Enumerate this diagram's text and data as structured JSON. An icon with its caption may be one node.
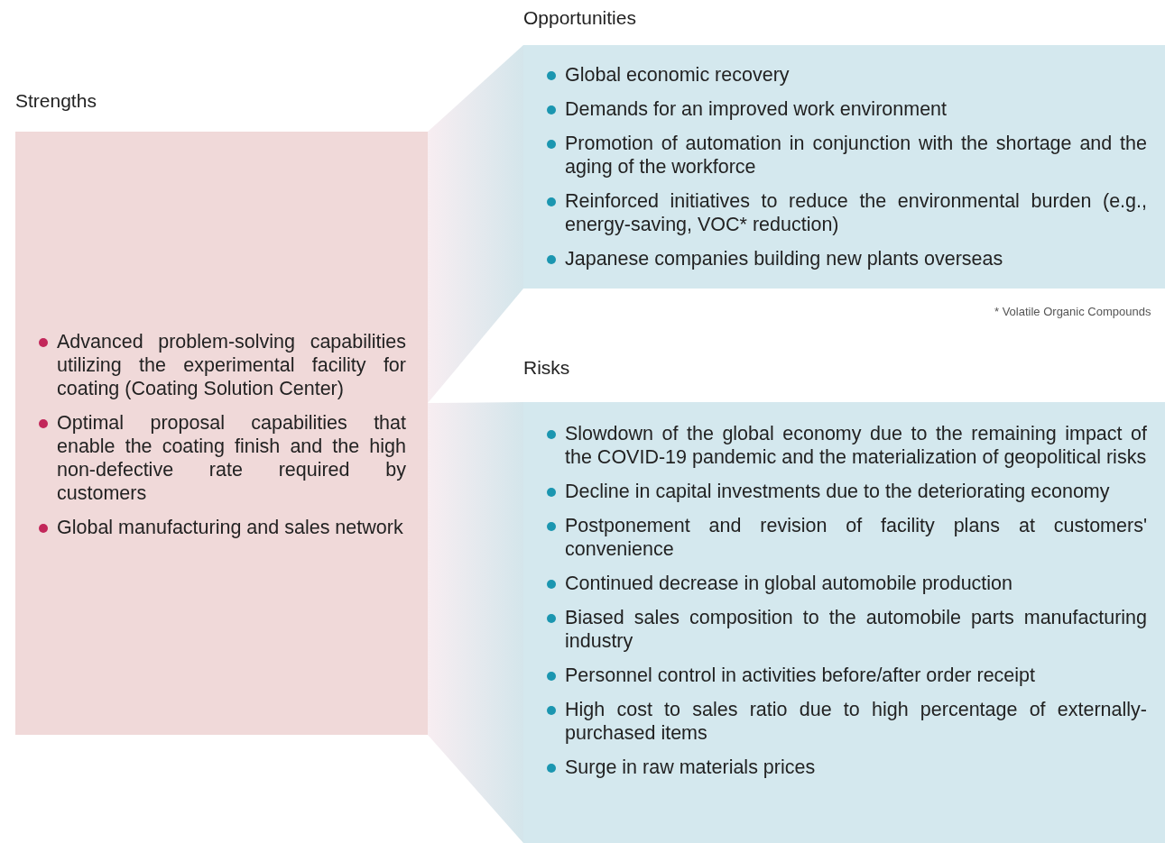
{
  "diagram": {
    "nodes": [
      {
        "text": [
          "Strengths",
          "Advanced problem-solving capabilities utilizing the experimental facility for coating (Coating Solution Center)",
          "Optimal proposal capabilities that enable the coating finish and the high non-defective rate required by customers",
          "Global manufacturing and sales network"
        ]
      },
      {
        "text": [
          "Opportunities",
          "Global economic recovery",
          "Demands for an improved work environment",
          "Promotion of automation in conjunction with the shortage and the aging of the workforce",
          "Reinforced initiatives to reduce the environmental burden (e.g., energy-saving, VOC* reduction)",
          "Japanese companies building new plants overseas"
        ]
      },
      {
        "text": [
          "Risks",
          "Slowdown of the global economy due to the remaining impact of the COVID-19 pandemic and the materialization of geopolitical risks",
          "Decline in capital investments due to the deteriorating economy",
          "Postponement and revision of facility plans at customers' convenience",
          "Continued decrease in global automobile production",
          "Biased sales composition to the automobile parts manufacturing industry",
          "Personnel control in activities before/after order receipt",
          "High cost to sales ratio due to high percentage of externally-purchased items",
          "Surge in raw materials prices"
        ]
      }
    ],
    "edges": [
      {
        "from": 0,
        "to": 1,
        "arrow": "none"
      },
      {
        "from": 0,
        "to": 2,
        "arrow": "none"
      }
    ],
    "labels": [
      "* Volatile Organic Compounds"
    ]
  }
}
